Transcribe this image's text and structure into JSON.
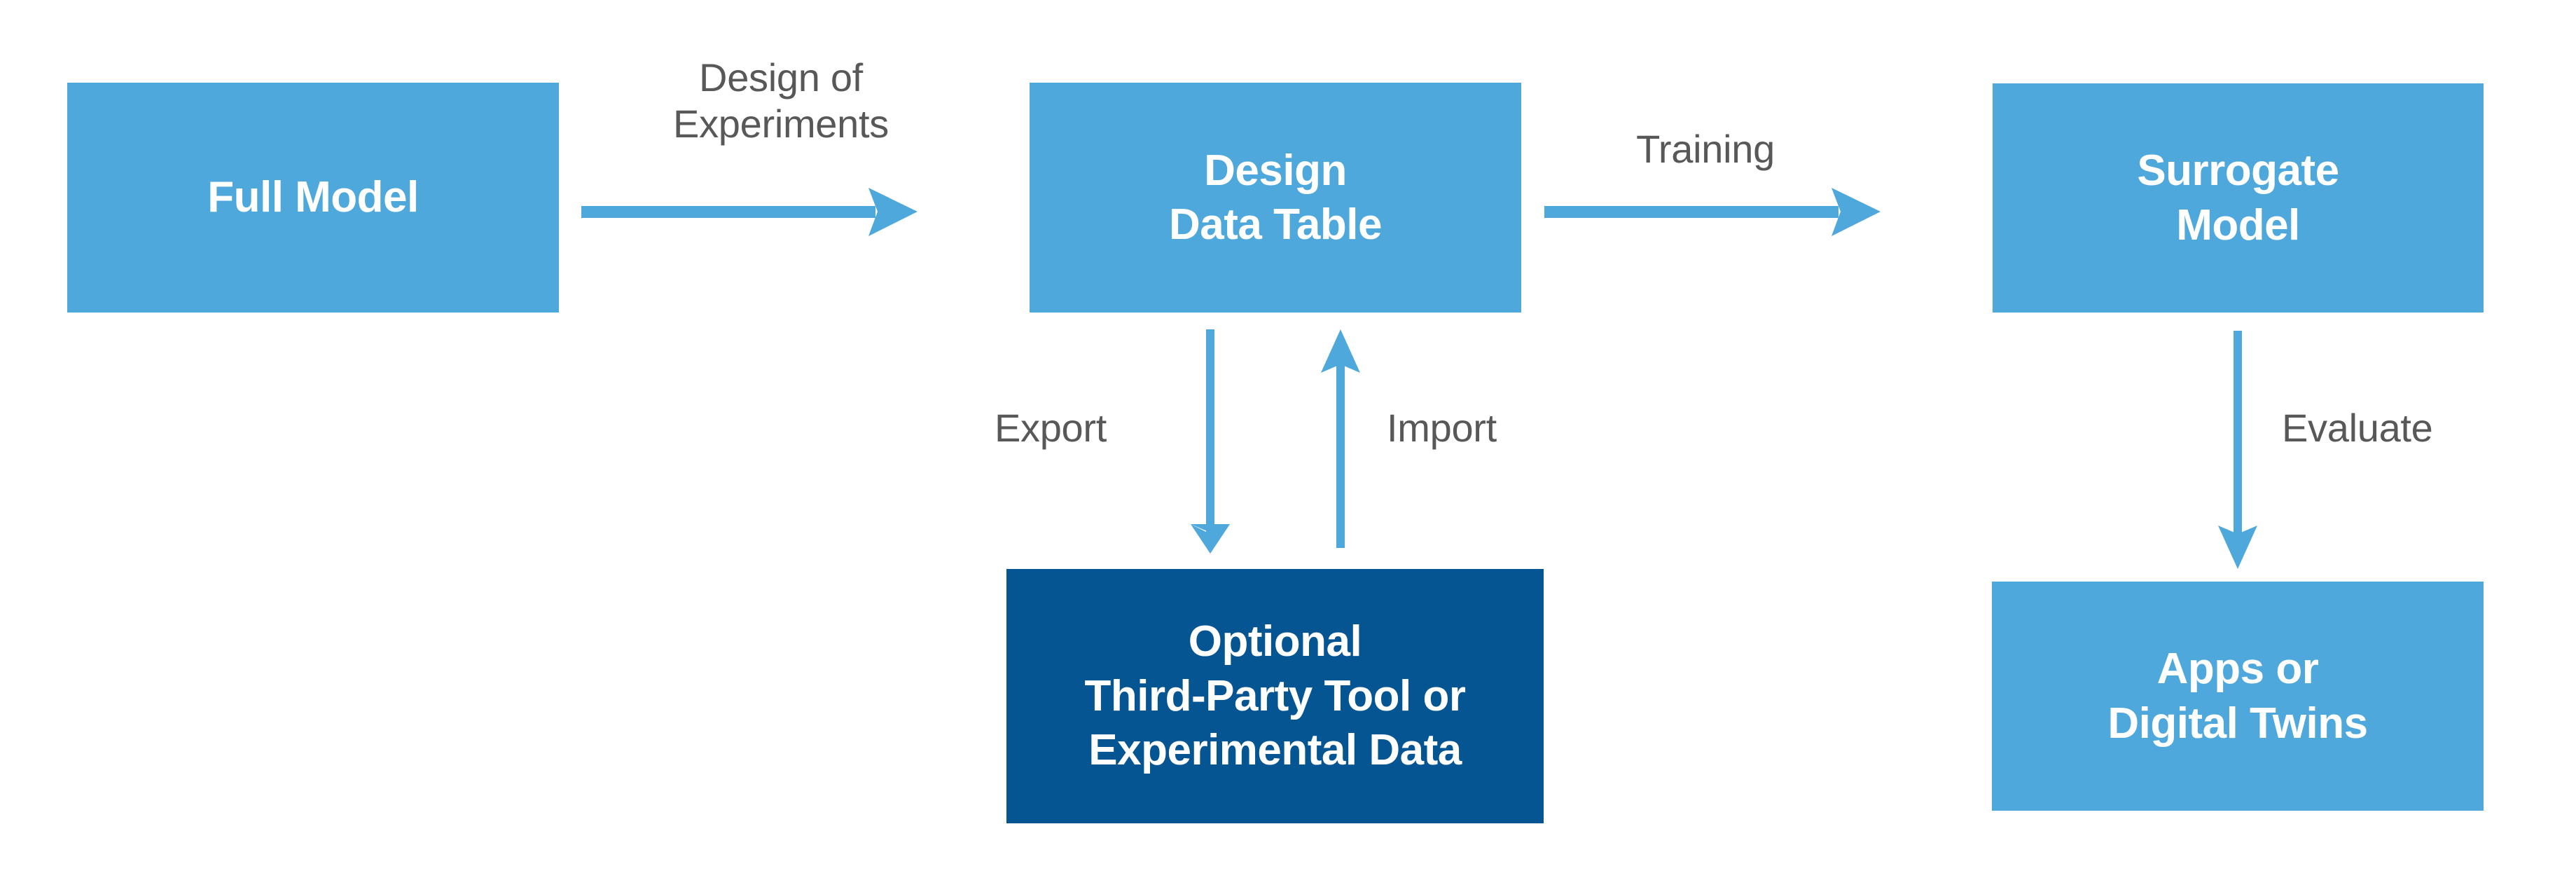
{
  "diagram": {
    "title": "Surrogate model workflow",
    "background_color": "#ffffff",
    "accent_color": "#4EA8DC",
    "dark_color": "#065593",
    "label_color": "#585858",
    "nodes": [
      {
        "id": "full-model",
        "label": "Full Model",
        "style": "light"
      },
      {
        "id": "design-data-table",
        "label": "Design\nData Table",
        "style": "light"
      },
      {
        "id": "surrogate-model",
        "label": "Surrogate\nModel",
        "style": "light"
      },
      {
        "id": "third-party-tool",
        "label": "Optional\nThird-Party Tool or\nExperimental Data",
        "style": "dark"
      },
      {
        "id": "apps-digital-twins",
        "label": "Apps or\nDigital Twins",
        "style": "light"
      }
    ],
    "edges": [
      {
        "id": "doe",
        "label": "Design of\nExperiments",
        "from": "full-model",
        "to": "design-data-table",
        "direction": "right"
      },
      {
        "id": "training",
        "label": "Training",
        "from": "design-data-table",
        "to": "surrogate-model",
        "direction": "right"
      },
      {
        "id": "export",
        "label": "Export",
        "from": "design-data-table",
        "to": "third-party-tool",
        "direction": "down"
      },
      {
        "id": "import",
        "label": "Import",
        "from": "third-party-tool",
        "to": "design-data-table",
        "direction": "up"
      },
      {
        "id": "evaluate",
        "label": "Evaluate",
        "from": "surrogate-model",
        "to": "apps-digital-twins",
        "direction": "down"
      }
    ]
  }
}
